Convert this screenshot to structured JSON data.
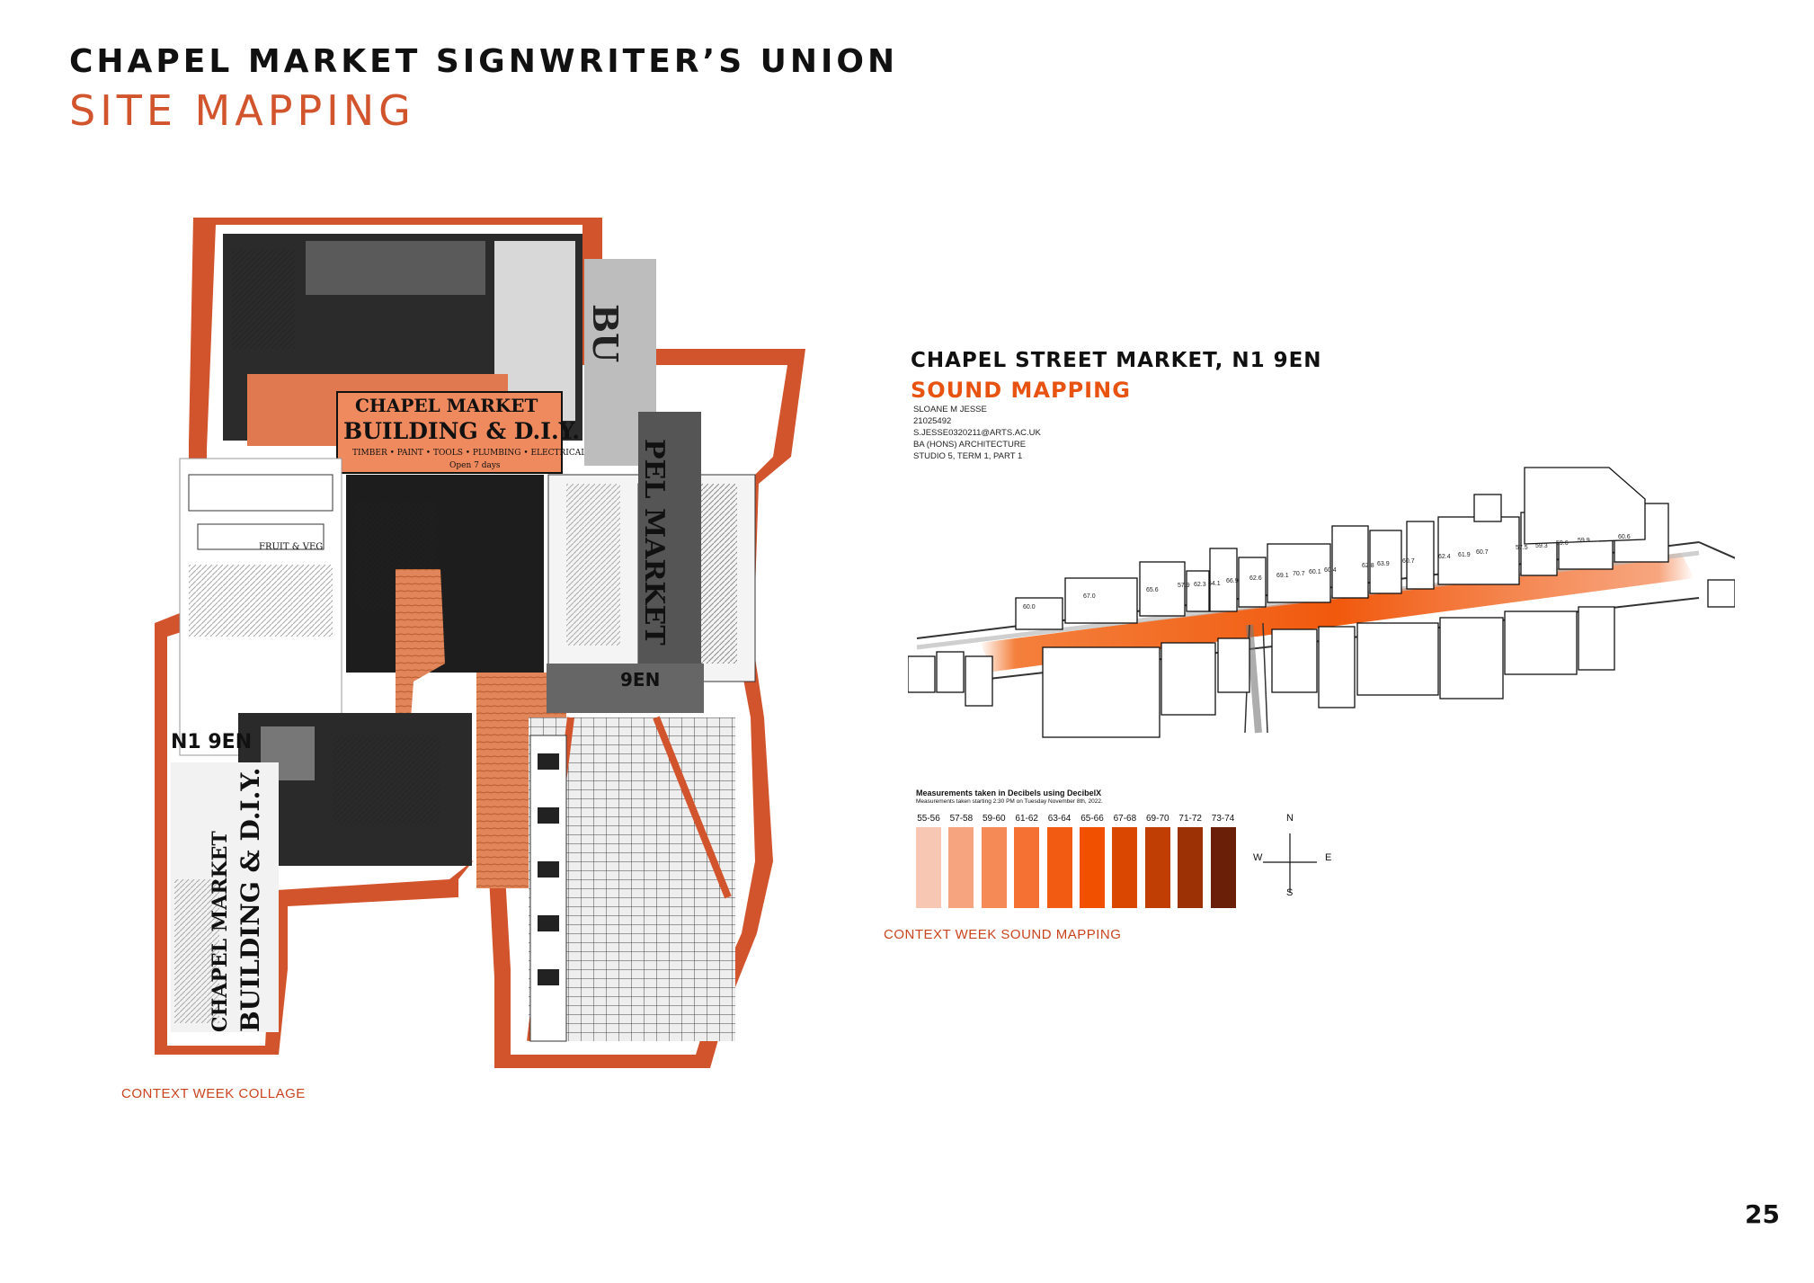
{
  "header": {
    "title": "CHAPEL MARKET SIGNWRITER’S UNION",
    "subtitle": "SITE MAPPING"
  },
  "collage": {
    "caption": "CONTEXT WEEK COLLAGE",
    "texts": {
      "sign_line1": "CHAPEL MARKET",
      "sign_line2": "BUILDING & D.I.Y.",
      "sign_line3": "TIMBER • PAINT • TOOLS • PLUMBING • ELECTRICAL",
      "sign_line4": "Open 7 days",
      "postcode": "N1 9EN",
      "vertical_1": "CHAPEL MARKET",
      "vertical_2": "BUILDING & D.I.Y.",
      "vertical_3": "PEL MARKET",
      "vertical_4": "BU",
      "fruit": "FRUIT & VEG",
      "sign_9en": "9EN"
    }
  },
  "sound_map": {
    "heading": "CHAPEL STREET MARKET, N1 9EN",
    "subheading": "SOUND MAPPING",
    "meta": [
      "SLOANE M JESSE",
      "21025492",
      "S.JESSE0320211@ARTS.AC.UK",
      "BA (HONS) ARCHITECTURE",
      "STUDIO 5, TERM 1, PART 1"
    ],
    "readings": [
      "60.0",
      "67.0",
      "65.6",
      "57.9",
      "62.3",
      "64.1",
      "66.9",
      "62.6",
      "69.1",
      "70.7",
      "60.1",
      "60.4",
      "62.8",
      "63.9",
      "60.7",
      "62.4",
      "61.9",
      "60.7",
      "57.5",
      "59.3",
      "59.6",
      "59.9",
      "60.6"
    ],
    "legend_title": "Measurements taken in Decibels using DecibelX",
    "legend_note": "Measurements taken starting 2:30 PM on Tuesday November 8th, 2022.",
    "legend": [
      {
        "label": "55-56",
        "color": "#f7c7b3"
      },
      {
        "label": "57-58",
        "color": "#f6a37f"
      },
      {
        "label": "59-60",
        "color": "#f58a57"
      },
      {
        "label": "61-62",
        "color": "#f47033"
      },
      {
        "label": "63-64",
        "color": "#f25b12"
      },
      {
        "label": "65-66",
        "color": "#f05000"
      },
      {
        "label": "67-68",
        "color": "#d94700"
      },
      {
        "label": "69-70",
        "color": "#c03d04"
      },
      {
        "label": "71-72",
        "color": "#9c3106"
      },
      {
        "label": "73-74",
        "color": "#6a2008"
      }
    ],
    "compass": {
      "n": "N",
      "s": "S",
      "e": "E",
      "w": "W"
    },
    "caption": "CONTEXT WEEK SOUND MAPPING"
  },
  "page_number": "25"
}
